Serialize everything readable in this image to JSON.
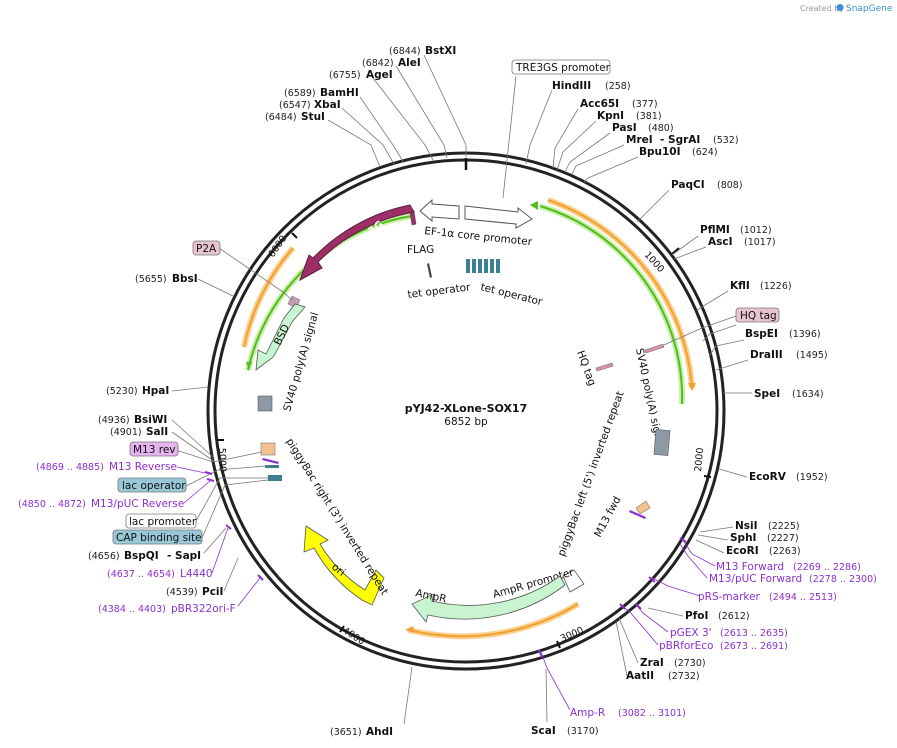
{
  "credit": {
    "text": "Created by",
    "brand": "SnapGene"
  },
  "plasmid": {
    "name": "pYJ42-XLone-SOX17",
    "size_label": "6852 bp"
  },
  "ticks": [
    "1000",
    "2000",
    "3000",
    "4000",
    "5000",
    "6000"
  ],
  "sites": [
    {
      "name": "BstXI",
      "pos": "(6844)"
    },
    {
      "name": "AleI",
      "pos": "(6842)"
    },
    {
      "name": "AgeI",
      "pos": "(6755)"
    },
    {
      "name": "BamHI",
      "pos": "(6589)"
    },
    {
      "name": "XbaI",
      "pos": "(6547)"
    },
    {
      "name": "StuI",
      "pos": "(6484)"
    },
    {
      "name": "HindIII",
      "pos": "(258)"
    },
    {
      "name": "Acc65I",
      "pos": "(377)"
    },
    {
      "name": "KpnI",
      "pos": "(381)"
    },
    {
      "name": "PasI",
      "pos": "(480)"
    },
    {
      "name": "MreI",
      "pos": ""
    },
    {
      "name": "- SgrAI",
      "pos": "(532)"
    },
    {
      "name": "Bpu10I",
      "pos": "(624)"
    },
    {
      "name": "PaqCI",
      "pos": "(808)"
    },
    {
      "name": "PflMI",
      "pos": "(1012)"
    },
    {
      "name": "AscI",
      "pos": "(1017)"
    },
    {
      "name": "KflI",
      "pos": "(1226)"
    },
    {
      "name": "BspEI",
      "pos": "(1396)"
    },
    {
      "name": "DraIII",
      "pos": "(1495)"
    },
    {
      "name": "SpeI",
      "pos": "(1634)"
    },
    {
      "name": "EcoRV",
      "pos": "(1952)"
    },
    {
      "name": "NsiI",
      "pos": "(2225)"
    },
    {
      "name": "SphI",
      "pos": "(2227)"
    },
    {
      "name": "EcoRI",
      "pos": "(2263)"
    },
    {
      "name": "PfoI",
      "pos": "(2612)"
    },
    {
      "name": "ZraI",
      "pos": "(2730)"
    },
    {
      "name": "AatII",
      "pos": "(2732)"
    },
    {
      "name": "ScaI",
      "pos": "(3170)"
    },
    {
      "name": "AhdI",
      "pos": "(3651)"
    },
    {
      "name": "PciI",
      "pos": "(4539)"
    },
    {
      "name": "BspQI",
      "pos": "(4656)"
    },
    {
      "name": "- SapI",
      "pos": ""
    },
    {
      "name": "SalI",
      "pos": "(4901)"
    },
    {
      "name": "BsiWI",
      "pos": "(4936)"
    },
    {
      "name": "HpaI",
      "pos": "(5230)"
    },
    {
      "name": "BbsI",
      "pos": "(5655)"
    }
  ],
  "primers": [
    {
      "name": "M13 Forward",
      "pos": "(2269 .. 2286)"
    },
    {
      "name": "M13/pUC Forward",
      "pos": "(2278 .. 2300)"
    },
    {
      "name": "pRS-marker",
      "pos": "(2494 .. 2513)"
    },
    {
      "name": "pGEX 3'",
      "pos": "(2613 .. 2635)"
    },
    {
      "name": "pBRforEco",
      "pos": "(2673 .. 2691)"
    },
    {
      "name": "Amp-R",
      "pos": "(3082 .. 3101)"
    },
    {
      "name": "pBR322ori-F",
      "pos": "(4384 .. 4403)"
    },
    {
      "name": "L4440",
      "pos": "(4637 .. 4654)"
    },
    {
      "name": "M13/pUC Reverse",
      "pos": "(4850 .. 4872)"
    },
    {
      "name": "M13 Reverse",
      "pos": "(4869 .. 4885)"
    }
  ],
  "boxed_labels": [
    {
      "text": "TRE3GS promoter",
      "fill": "#ffffff"
    },
    {
      "text": "HQ tag",
      "fill": "#e8c4d2"
    },
    {
      "text": "P2A",
      "fill": "#e8c4d2"
    },
    {
      "text": "M13 rev",
      "fill": "#e6b3f0"
    },
    {
      "text": "lac operator",
      "fill": "#98c8d8"
    },
    {
      "text": "lac promoter",
      "fill": "#ffffff"
    },
    {
      "text": "CAP binding site",
      "fill": "#98c8d8"
    }
  ],
  "features": {
    "ef1a": "EF-1α core promoter",
    "flag": "FLAG",
    "tet_op_1": "tet operator",
    "tet_op_2": "tet operator",
    "teton": "Tet-On® 3G",
    "bsd": "BSD",
    "sv40_left": "SV40 poly(A) signal",
    "hq_inner": "HQ tag",
    "sv40_right": "SV40 poly(A) signal",
    "pb_left": "piggyBac left (5') inverted repeat",
    "m13fwd": "M13 fwd",
    "pb_right": "piggyBac right (3') inverted repeat",
    "ori": "ori",
    "ampr": "AmpR",
    "ampr_promoter": "AmpR promoter"
  },
  "colors": {
    "backbone": "#222222",
    "teton": "#9b2f66",
    "bsd": "#c8f5cf",
    "ori": "#ffff00",
    "ampr": "#c8f5cf",
    "orf_orange": "#f0a030",
    "orf_green": "#55bb20",
    "primer": "#8d2fd0",
    "slate": "#8c9aa5",
    "teal": "#3a8090"
  }
}
